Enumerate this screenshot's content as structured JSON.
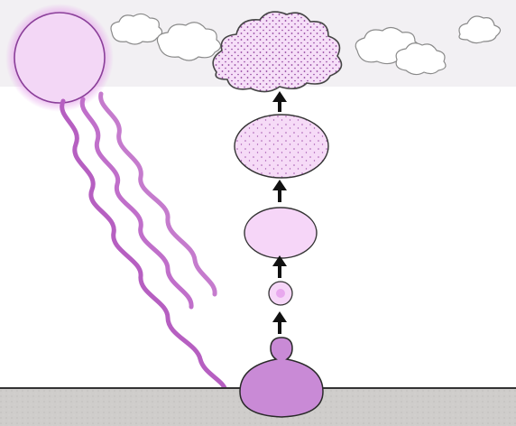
{
  "colors": {
    "background": "#ffffff",
    "top_band": "#f1eff2",
    "sun_fill": "#f1d4f4",
    "sun_glow": "#e7a9ec",
    "ray": "#b964c3",
    "ray_light": "#dcaee3",
    "droplet": "#c98ad6",
    "vapor_fill": "#f5d8f6",
    "vapor_dots": "#9a4aa6",
    "cloud_outline": "#777777",
    "cloud_fill": "#ffffff",
    "ground": "#c9c7c5",
    "ground_line": "#3b3b3b",
    "arrow": "#111111"
  },
  "diagram": {
    "elements": [
      {
        "id": "sun",
        "icon": "sun-icon"
      },
      {
        "id": "sun-rays",
        "icon": "wavy-ray-icon",
        "count": 3
      },
      {
        "id": "evaporating-drop",
        "icon": "water-drop-icon"
      },
      {
        "id": "vapor-stages",
        "icon": "vapor-blob-icon",
        "count": 3
      },
      {
        "id": "storm-cloud",
        "icon": "dotted-cloud-icon"
      },
      {
        "id": "background-clouds",
        "icon": "cloud-icon",
        "count": 5
      },
      {
        "id": "arrows",
        "icon": "up-arrow-icon",
        "count": 4
      },
      {
        "id": "ground",
        "icon": "ground-icon"
      }
    ]
  }
}
